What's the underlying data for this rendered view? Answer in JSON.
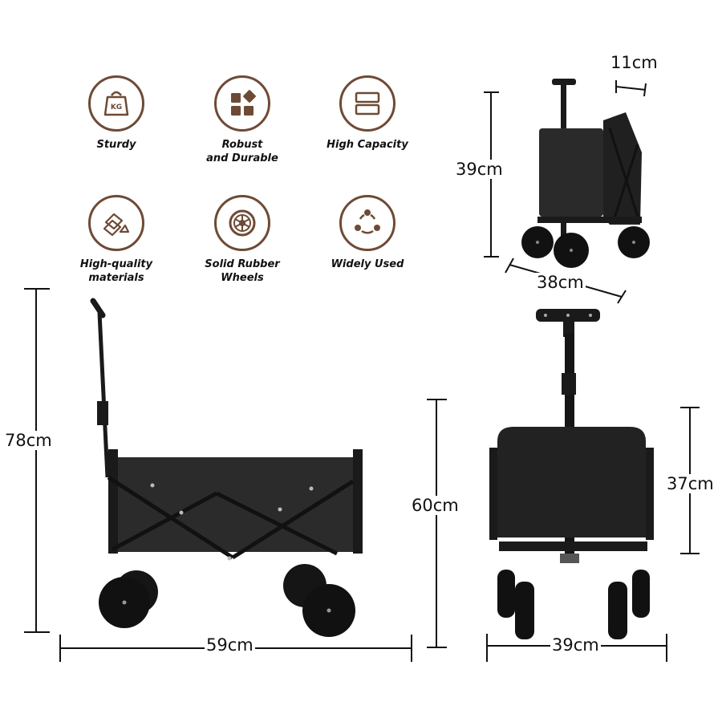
{
  "features": [
    {
      "label": "Sturdy",
      "icon": "kg-weight-icon"
    },
    {
      "label": "Robust\nand Durable",
      "icon": "blocks-icon"
    },
    {
      "label": "High Capacity",
      "icon": "storage-boxes-icon"
    },
    {
      "label": "High-quality\nmaterials",
      "icon": "metal-bars-icon"
    },
    {
      "label": "Solid Rubber\nWheels",
      "icon": "wheel-icon"
    },
    {
      "label": "Widely Used",
      "icon": "share-cycle-icon"
    }
  ],
  "kg_text": "KG",
  "colors": {
    "accent": "#6e4a35",
    "product": "#1a1a1a",
    "text": "#111111"
  },
  "dimensions": {
    "folded_height": "39cm",
    "folded_width": "11cm",
    "folded_depth": "38cm",
    "side_total_height": "78cm",
    "side_length": "59cm",
    "front_height": "60cm",
    "front_basket_height": "37cm",
    "front_width": "39cm"
  }
}
